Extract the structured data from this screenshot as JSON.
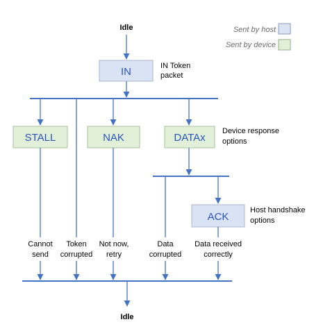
{
  "legend": {
    "host_label": "Sent by host",
    "device_label": "Sent by device",
    "host_color": "#dae3f3",
    "device_color": "#e2f0d9"
  },
  "start_label": "Idle",
  "end_label": "Idle",
  "token": {
    "label": "IN",
    "note_line1": "IN Token",
    "note_line2": "packet"
  },
  "responses": {
    "stall": "STALL",
    "nak": "NAK",
    "datax": "DATAx",
    "note_line1": "Device response",
    "note_line2": "options"
  },
  "handshake": {
    "label": "ACK",
    "note_line1": "Host handshake",
    "note_line2": "options"
  },
  "outcomes": [
    {
      "line1": "Cannot",
      "line2": "send"
    },
    {
      "line1": "Token",
      "line2": "corrupted"
    },
    {
      "line1": "Not now,",
      "line2": "retry"
    },
    {
      "line1": "Data",
      "line2": "corrupted"
    },
    {
      "line1": "Data received",
      "line2": "correctly"
    }
  ],
  "colors": {
    "line": "#4472c4",
    "box_text": "#2a55b8",
    "box_border": "#aab6cc"
  }
}
